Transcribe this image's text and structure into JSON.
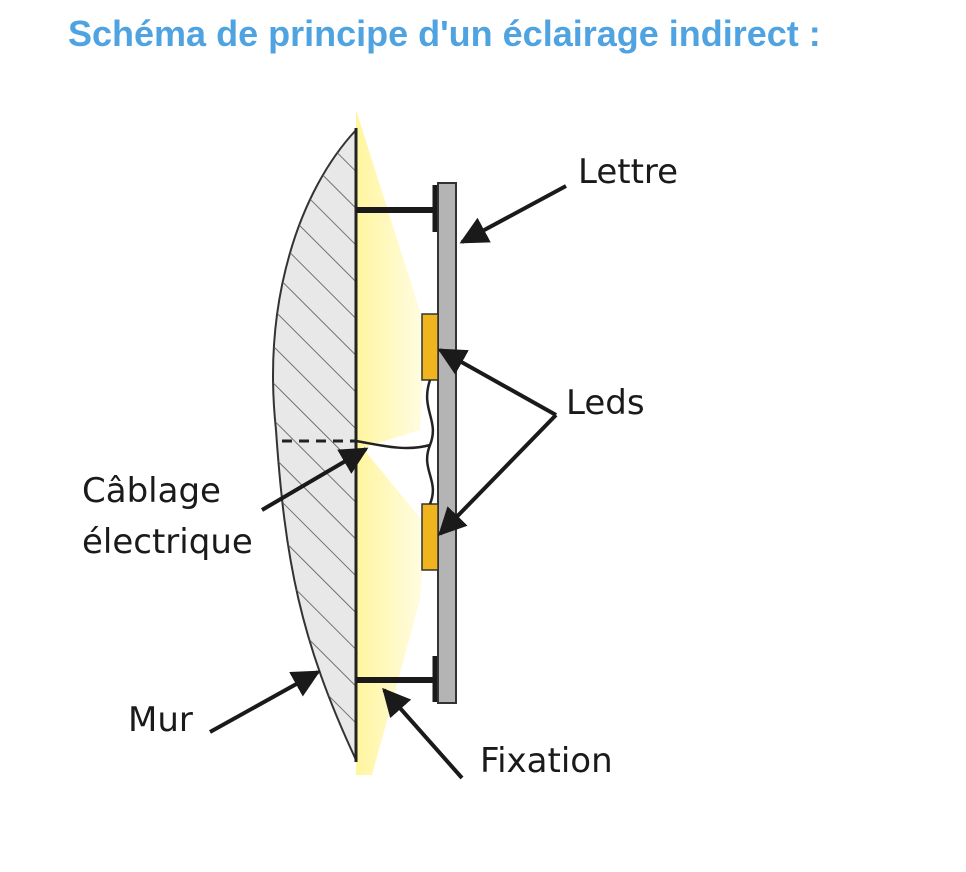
{
  "title": "Schéma de principe d'un éclairage indirect :",
  "labels": {
    "lettre": "Lettre",
    "leds": "Leds",
    "cablage_line1": "Câblage",
    "cablage_line2": "électrique",
    "mur": "Mur",
    "fixation": "Fixation"
  },
  "colors": {
    "title": "#4ea3e0",
    "light": "#fff59a",
    "led": "#f0b41e",
    "panel": "#b4b4b4",
    "wall": "#e8e8e8"
  }
}
